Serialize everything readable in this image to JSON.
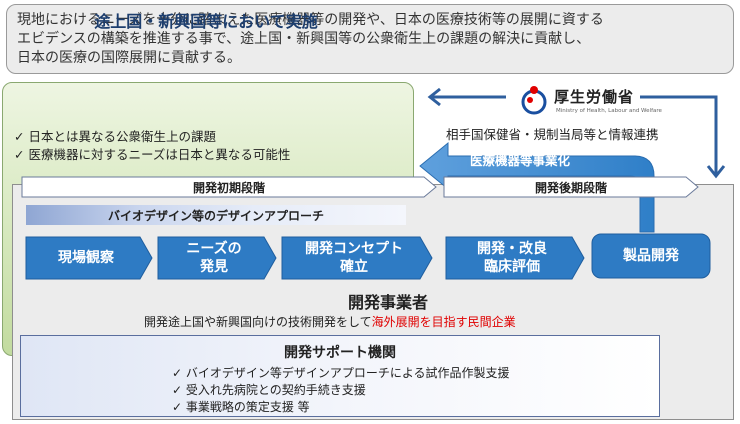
{
  "banner": {
    "lines": [
      "現地におけるニーズを十分に踏まえた医療機器等の開発や、日本の医療技術等の展開に資する",
      "エビデンスの構築を推進する事で、途上国・新興国等の公衆衛生上の課題の解決に貢献し、",
      "日本の医療の国際展開に貢献する。"
    ]
  },
  "implementation": {
    "title": "途上国・新興国等において実施",
    "points": [
      "✓  日本とは異なる公衆衛生上の課題",
      "✓  医療機器に対するニーズは日本と異なる可能性"
    ]
  },
  "mhlw": {
    "name": "厚生労働省",
    "subtitle": "Ministry of Health, Labour and Welfare",
    "info": "相手国保健省・規制当局等と情報連携"
  },
  "commercialization": {
    "label": "医療機器等事業化"
  },
  "stages": {
    "early": "開発初期段階",
    "late": "開発後期段階"
  },
  "approach": {
    "label": "バイオデザイン等のデザインアプローチ"
  },
  "steps": [
    {
      "label": "現場観察"
    },
    {
      "label": "ニーズの\n発見"
    },
    {
      "label": "開発コンセプト\n確立"
    },
    {
      "label": "開発・改良\n臨床評価"
    },
    {
      "label": "製品開発"
    }
  ],
  "developer": {
    "title": "開発事業者",
    "desc_prefix": "開発途上国や新興国向けの技術開発をして",
    "desc_highlight": "海外展開を目指す民間企業"
  },
  "support": {
    "title": "開発サポート機関",
    "items": [
      "✓ バイオデザイン等デザインアプローチによる試作品作製支援",
      "✓ 受入れ先病院との契約手続き支援",
      "✓ 事業戦略の策定支援  等"
    ]
  },
  "colors": {
    "step_blue": "#2e7bc4",
    "green_border": "#8aa870",
    "arrow_blue": "#2f5f9e",
    "highlight_red": "#e00000",
    "commercialization_text": "#ffffff"
  }
}
